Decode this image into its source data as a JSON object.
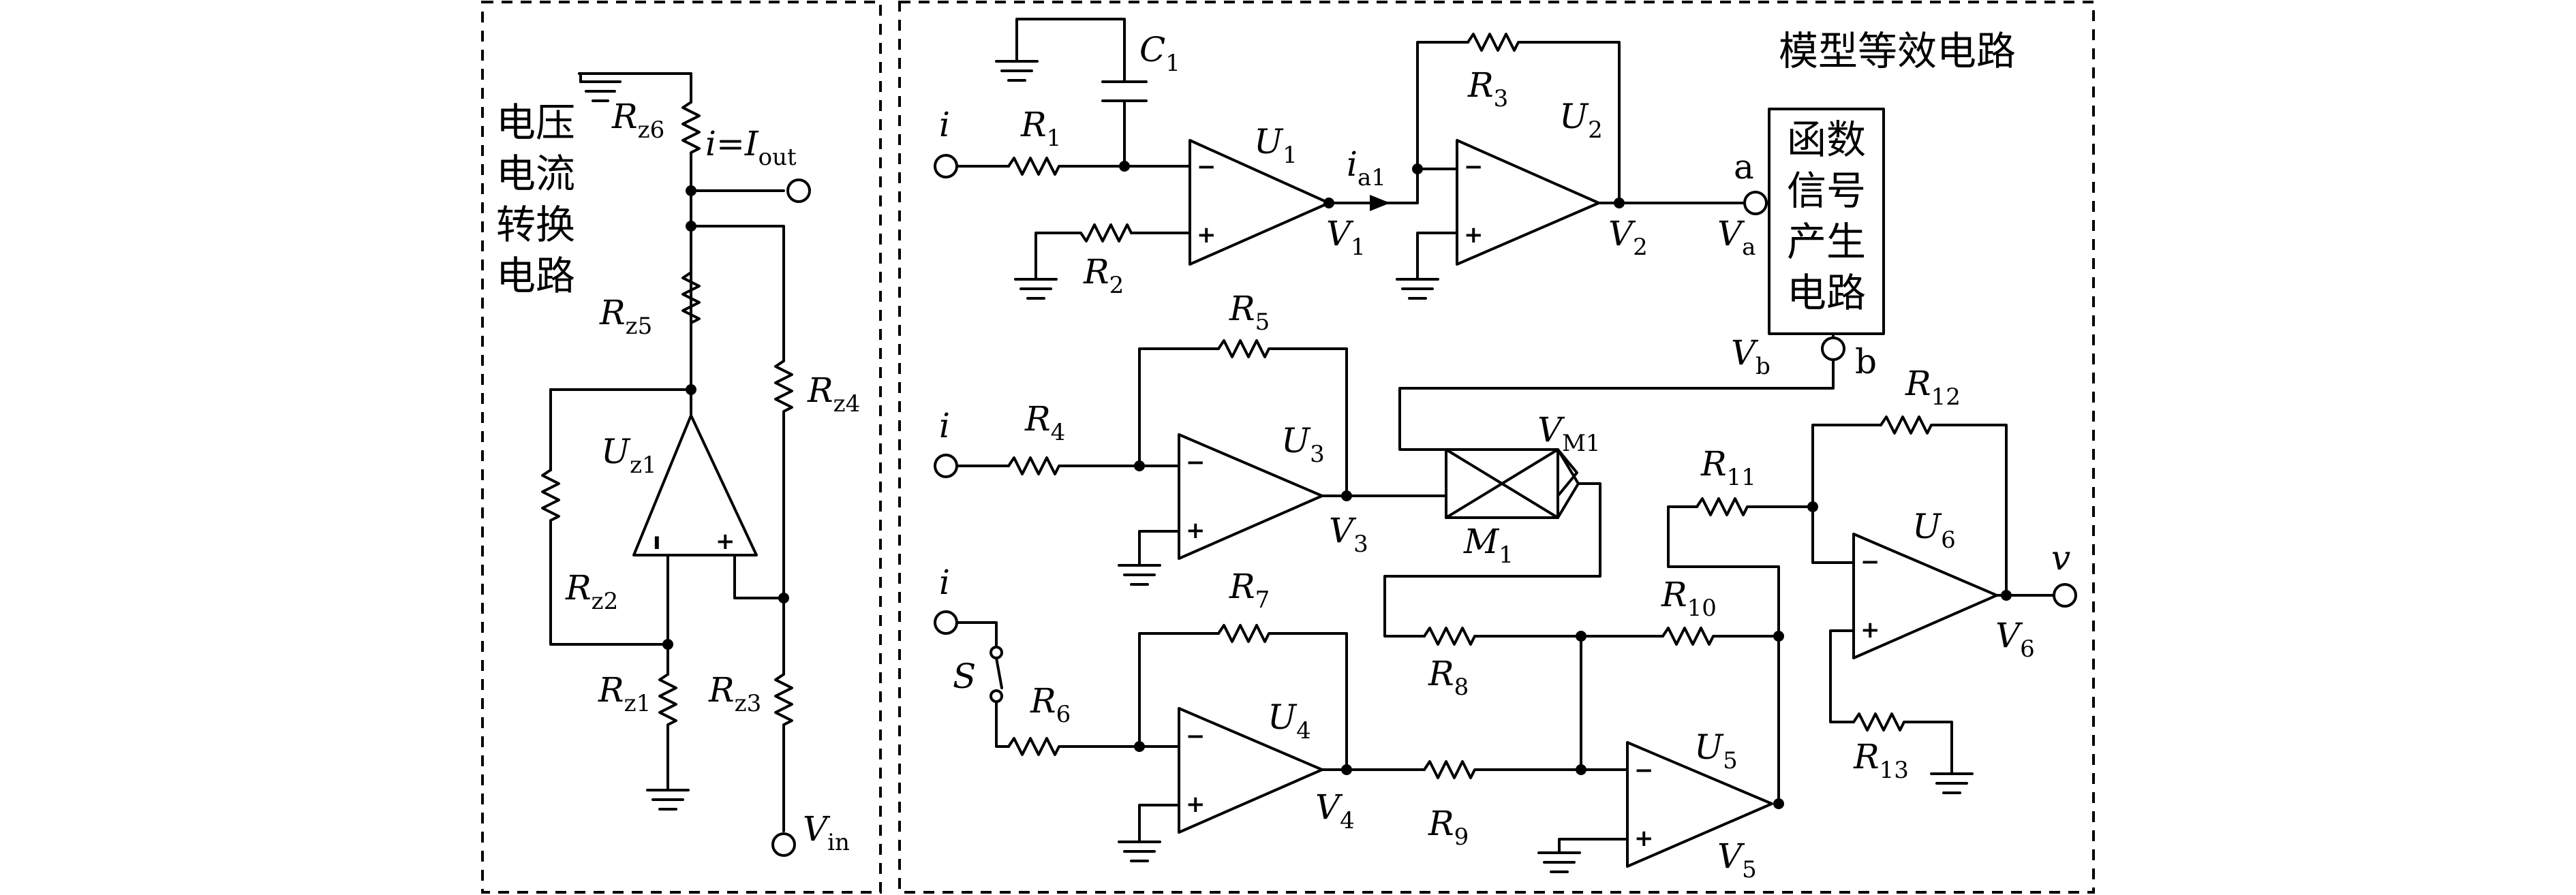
{
  "left_panel": {
    "title_lines": [
      "电压",
      "电流",
      "转换",
      "电路"
    ],
    "components": {
      "rz6": {
        "name": "R",
        "sub": "z6"
      },
      "rz5": {
        "name": "R",
        "sub": "z5"
      },
      "rz4": {
        "name": "R",
        "sub": "z4"
      },
      "rz3": {
        "name": "R",
        "sub": "z3"
      },
      "rz2": {
        "name": "R",
        "sub": "z2"
      },
      "rz1": {
        "name": "R",
        "sub": "z1"
      },
      "uz1": {
        "name": "U",
        "sub": "z1"
      }
    },
    "current_label": {
      "prefix": "i=I",
      "sub": "out"
    },
    "vin": {
      "name": "V",
      "sub": "in"
    }
  },
  "right_panel": {
    "title": "模型等效电路",
    "func_gen_lines": [
      "函数",
      "信号",
      "产生",
      "电路"
    ],
    "port_a": "a",
    "port_b": "b",
    "inputs": {
      "i1": "i",
      "i2": "i",
      "i3": "i"
    },
    "components": {
      "c1": {
        "name": "C",
        "sub": "1"
      },
      "r1": {
        "name": "R",
        "sub": "1"
      },
      "r2": {
        "name": "R",
        "sub": "2"
      },
      "r3": {
        "name": "R",
        "sub": "3"
      },
      "r4": {
        "name": "R",
        "sub": "4"
      },
      "r5": {
        "name": "R",
        "sub": "5"
      },
      "r6": {
        "name": "R",
        "sub": "6"
      },
      "r7": {
        "name": "R",
        "sub": "7"
      },
      "r8": {
        "name": "R",
        "sub": "8"
      },
      "r9": {
        "name": "R",
        "sub": "9"
      },
      "r10": {
        "name": "R",
        "sub": "10"
      },
      "r11": {
        "name": "R",
        "sub": "11"
      },
      "r12": {
        "name": "R",
        "sub": "12"
      },
      "r13": {
        "name": "R",
        "sub": "13"
      },
      "u1": {
        "name": "U",
        "sub": "1"
      },
      "u2": {
        "name": "U",
        "sub": "2"
      },
      "u3": {
        "name": "U",
        "sub": "3"
      },
      "u4": {
        "name": "U",
        "sub": "4"
      },
      "u5": {
        "name": "U",
        "sub": "5"
      },
      "u6": {
        "name": "U",
        "sub": "6"
      },
      "m1": {
        "name": "M",
        "sub": "1"
      },
      "s": {
        "name": "S",
        "sub": ""
      }
    },
    "nodes": {
      "ia1": {
        "name": "i",
        "sub": "a1"
      },
      "v1": {
        "name": "V",
        "sub": "1"
      },
      "v2": {
        "name": "V",
        "sub": "2"
      },
      "v3": {
        "name": "V",
        "sub": "3"
      },
      "v4": {
        "name": "V",
        "sub": "4"
      },
      "v5": {
        "name": "V",
        "sub": "5"
      },
      "v6": {
        "name": "V",
        "sub": "6"
      },
      "va": {
        "name": "V",
        "sub": "a"
      },
      "vb": {
        "name": "V",
        "sub": "b"
      },
      "vm1": {
        "name": "V",
        "sub": "M1"
      }
    },
    "output": "v"
  }
}
